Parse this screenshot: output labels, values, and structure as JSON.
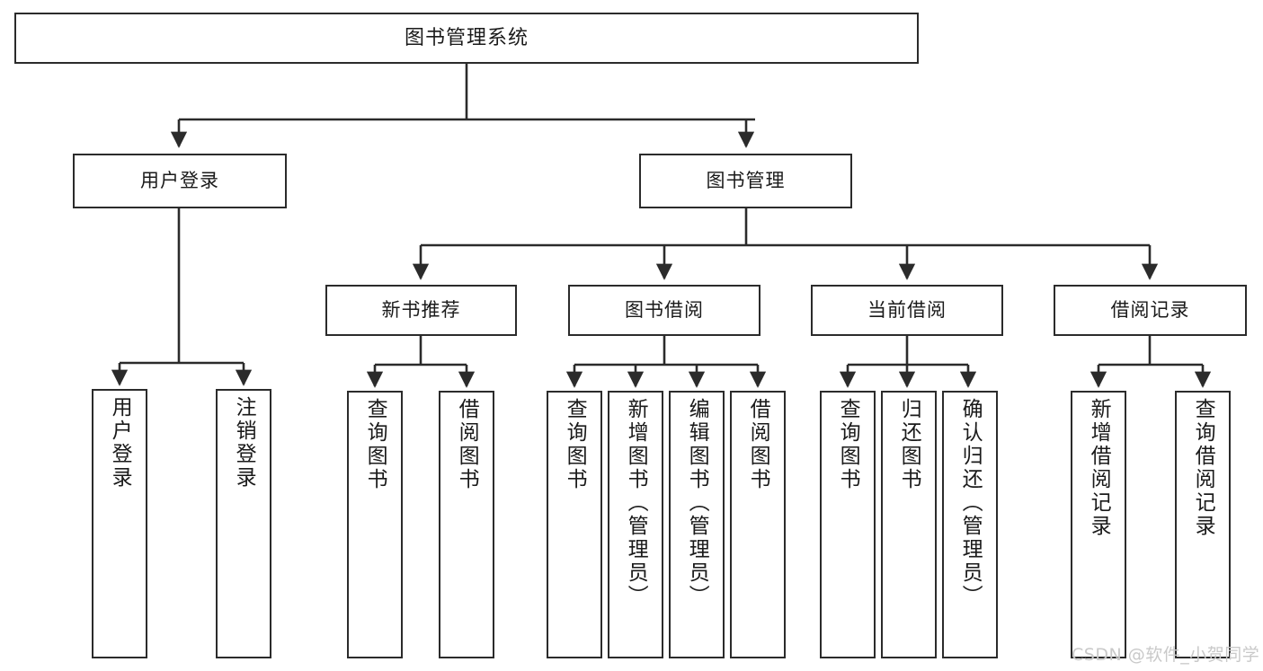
{
  "diagram": {
    "title": "图书管理系统",
    "watermark": "CSDN @软件_小贺同学",
    "colors": {
      "box_border": "#2b2b2b",
      "box_fill": "#ffffff",
      "edge": "#2b2b2b",
      "text": "#1a1a1a",
      "watermark": "#c9c9c9",
      "background": "#ffffff"
    },
    "levels": {
      "root": {
        "label": "图书管理系统"
      },
      "level2": [
        {
          "id": "user-login",
          "label": "用户登录"
        },
        {
          "id": "book-management",
          "label": "图书管理"
        }
      ],
      "level3": [
        {
          "id": "new-book-recommend",
          "label": "新书推荐"
        },
        {
          "id": "book-borrow",
          "label": "图书借阅"
        },
        {
          "id": "current-borrow",
          "label": "当前借阅"
        },
        {
          "id": "borrow-record",
          "label": "借阅记录"
        }
      ],
      "leaves": [
        {
          "id": "leaf-user-login",
          "label": "用户登录",
          "parent": "user-login"
        },
        {
          "id": "leaf-logout-login",
          "label": "注销登录",
          "parent": "user-login"
        },
        {
          "id": "leaf-query-book-1",
          "label": "查询图书",
          "parent": "new-book-recommend"
        },
        {
          "id": "leaf-borrow-book-1",
          "label": "借阅图书",
          "parent": "new-book-recommend"
        },
        {
          "id": "leaf-query-book-2",
          "label": "查询图书",
          "parent": "book-borrow"
        },
        {
          "id": "leaf-add-book",
          "label": "新增图书（管理员）",
          "parent": "book-borrow"
        },
        {
          "id": "leaf-edit-book",
          "label": "编辑图书（管理员）",
          "parent": "book-borrow"
        },
        {
          "id": "leaf-borrow-book-2",
          "label": "借阅图书",
          "parent": "book-borrow"
        },
        {
          "id": "leaf-query-book-3",
          "label": "查询图书",
          "parent": "current-borrow"
        },
        {
          "id": "leaf-return-book",
          "label": "归还图书",
          "parent": "current-borrow"
        },
        {
          "id": "leaf-confirm-return",
          "label": "确认归还（管理员）",
          "parent": "current-borrow"
        },
        {
          "id": "leaf-add-record",
          "label": "新增借阅记录",
          "parent": "borrow-record"
        },
        {
          "id": "leaf-query-record",
          "label": "查询借阅记录",
          "parent": "borrow-record"
        }
      ]
    }
  }
}
